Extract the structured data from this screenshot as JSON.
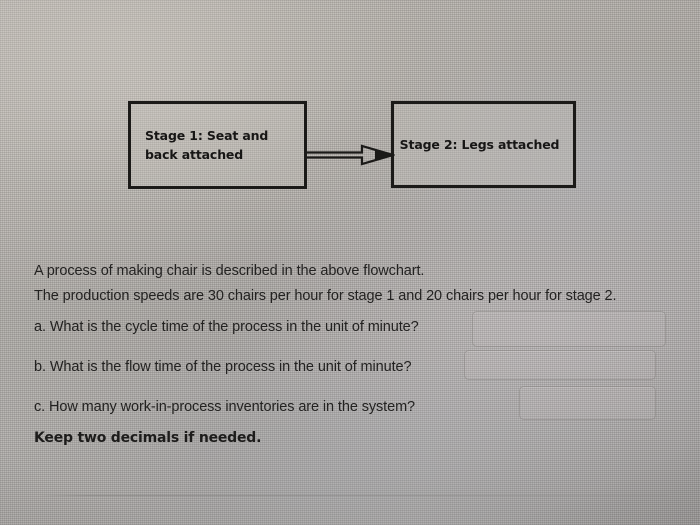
{
  "flowchart": {
    "boxes": [
      {
        "id": "stage-1",
        "label": "Stage 1: Seat and back attached"
      },
      {
        "id": "stage-2",
        "label": "Stage 2: Legs attached"
      }
    ],
    "connector": {
      "icon": "arrow-right-icon",
      "from": "stage-1",
      "to": "stage-2"
    }
  },
  "problem": {
    "intro_line_1": "A process of making chair is described in the above flowchart.",
    "intro_line_2": "The production speeds are 30 chairs per hour for stage 1 and 20 chairs per hour for stage 2.",
    "questions": [
      {
        "key": "a",
        "text": "a. What is the cycle time of the process in the unit of minute?"
      },
      {
        "key": "b",
        "text": "b. What is the flow time of the process in the unit of minute?"
      },
      {
        "key": "c",
        "text": "c. How many work-in-process inventories are in the system?"
      }
    ],
    "note": "Keep two decimals if needed."
  },
  "answer_fields": [
    {
      "key": "a",
      "value": "",
      "placeholder": ""
    },
    {
      "key": "b",
      "value": "",
      "placeholder": ""
    },
    {
      "key": "c",
      "value": "",
      "placeholder": ""
    }
  ],
  "colors": {
    "ink": "#232221",
    "box_border": "#1b1a18",
    "background": "#b5b1ab",
    "field_border": "#787674"
  }
}
